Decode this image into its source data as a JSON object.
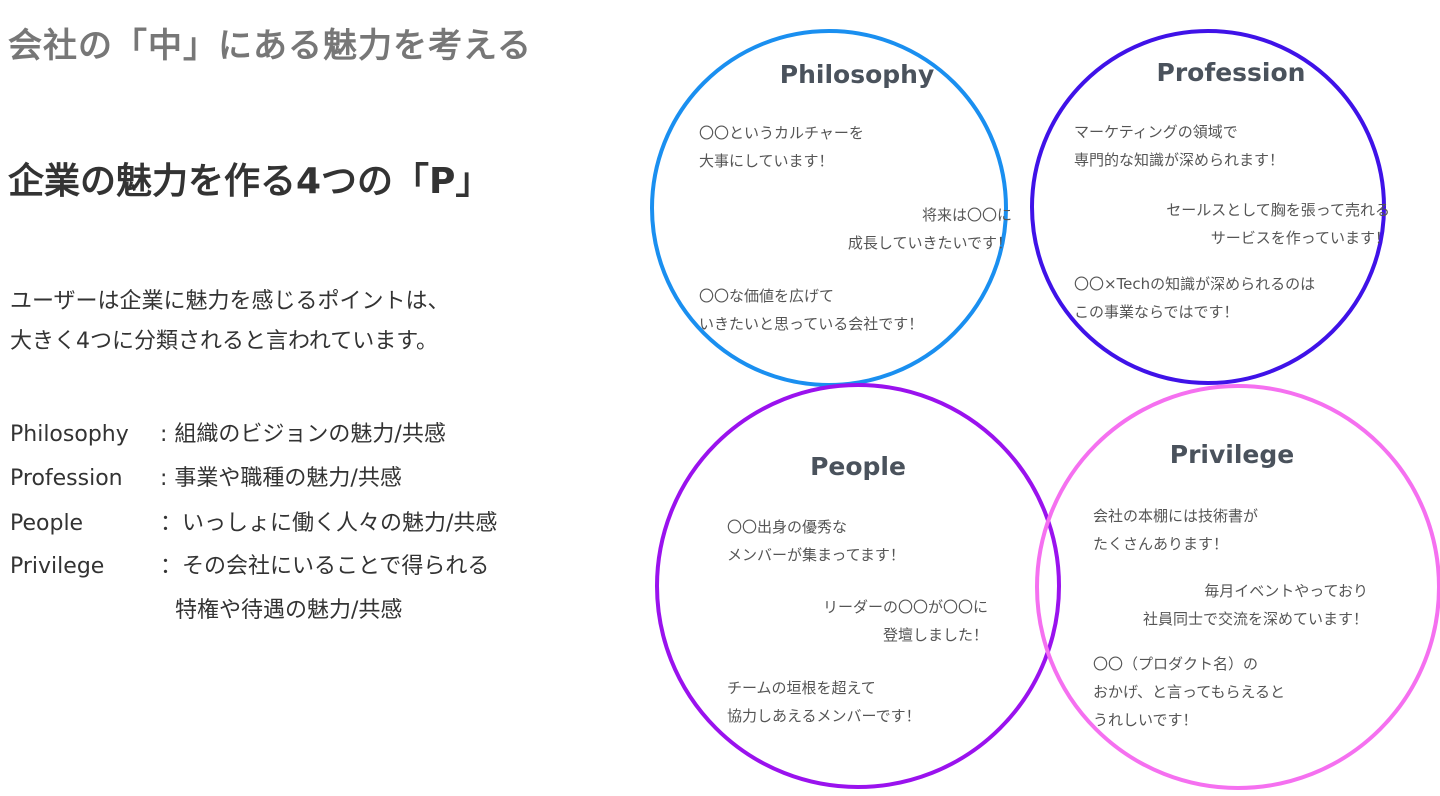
{
  "header": {
    "subtitle": "会社の「中」にある魅力を考える",
    "title": "企業の魅力を作る4つの「P」"
  },
  "intro": {
    "line1": "ユーザーは企業に魅力を感じるポイントは、",
    "line2": "大きく4つに分類されると言われています。"
  },
  "definitions": [
    {
      "term": "Philosophy",
      "desc": ": 組織のビジョンの魅力/共感"
    },
    {
      "term": "Profession",
      "desc": ": 事業や職種の魅力/共感"
    },
    {
      "term": "People",
      "desc": "：いっしょに働く人々の魅力/共感"
    },
    {
      "term": "Privilege",
      "desc": "：その会社にいることで得られる",
      "desc2": "特権や待遇の魅力/共感"
    }
  ],
  "circles": [
    {
      "title": "Philosophy",
      "color": "#1a8ff0",
      "texts": [
        "〇〇というカルチャーを\n大事にしています！",
        "将来は〇〇に\n成長していきたいです！",
        "〇〇な価値を広げて\nいきたいと思っている会社です！"
      ]
    },
    {
      "title": "Profession",
      "color": "#3f12e8",
      "texts": [
        "マーケティングの領域で\n専門的な知識が深められます！",
        "セールスとして胸を張って売れる\nサービスを作っています！",
        "〇〇×Techの知識が深められるのは\nこの事業ならではです！"
      ]
    },
    {
      "title": "People",
      "color": "#9a12ee",
      "texts": [
        "〇〇出身の優秀な\nメンバーが集まってます！",
        "リーダーの〇〇が〇〇に\n登壇しました！",
        "チームの垣根を超えて\n協力しあえるメンバーです！"
      ]
    },
    {
      "title": "Privilege",
      "color": "#f570f0",
      "texts": [
        "会社の本棚には技術書が\nたくさんあります！",
        "毎月イベントやっており\n社員同士で交流を深めています！",
        "〇〇（プロダクト名）の\nおかげ、と言ってもらえると\nうれしいです！"
      ]
    }
  ]
}
